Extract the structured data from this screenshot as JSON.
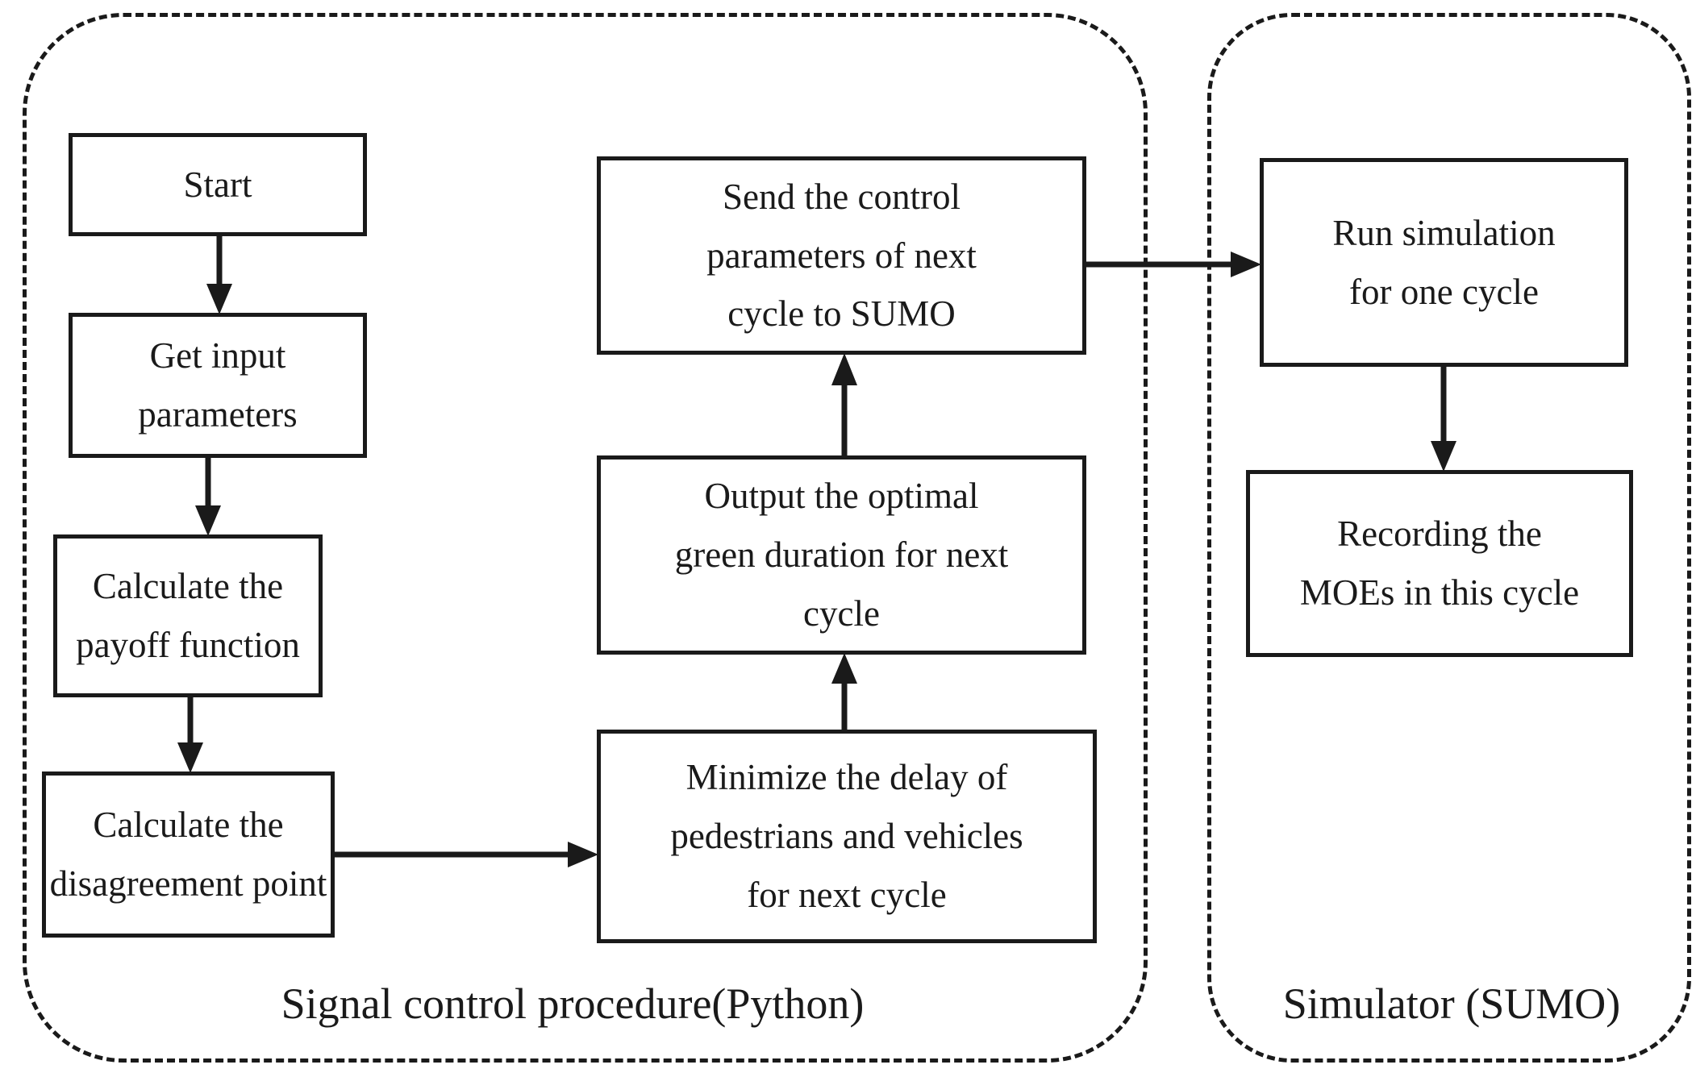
{
  "figure": {
    "type": "flowchart",
    "background_color": "#ffffff",
    "line_color": "#1a1a1a",
    "containers": [
      {
        "id": "python",
        "caption": "Signal control procedure(Python)"
      },
      {
        "id": "sumo",
        "caption": "Simulator (SUMO)"
      }
    ],
    "nodes": [
      {
        "id": "start",
        "container": "python",
        "label": "Start"
      },
      {
        "id": "get-input",
        "container": "python",
        "label": "Get input\nparameters"
      },
      {
        "id": "payoff",
        "container": "python",
        "label": "Calculate the\npayoff function"
      },
      {
        "id": "disagreement",
        "container": "python",
        "label": "Calculate the\ndisagreement point"
      },
      {
        "id": "minimize",
        "container": "python",
        "label": "Minimize the delay of\npedestrians and vehicles\nfor next cycle"
      },
      {
        "id": "output",
        "container": "python",
        "label": "Output the optimal\ngreen duration for next\ncycle"
      },
      {
        "id": "send",
        "container": "python",
        "label": "Send the control\nparameters of next\ncycle to SUMO"
      },
      {
        "id": "run",
        "container": "sumo",
        "label": "Run simulation\nfor one cycle"
      },
      {
        "id": "record",
        "container": "sumo",
        "label": "Recording the\nMOEs in this cycle"
      }
    ],
    "edges": [
      {
        "from": "start",
        "to": "get-input",
        "direction": "down"
      },
      {
        "from": "get-input",
        "to": "payoff",
        "direction": "down"
      },
      {
        "from": "payoff",
        "to": "disagreement",
        "direction": "down"
      },
      {
        "from": "disagreement",
        "to": "minimize",
        "direction": "right"
      },
      {
        "from": "minimize",
        "to": "output",
        "direction": "up"
      },
      {
        "from": "output",
        "to": "send",
        "direction": "up"
      },
      {
        "from": "send",
        "to": "run",
        "direction": "right"
      },
      {
        "from": "run",
        "to": "record",
        "direction": "down"
      }
    ]
  }
}
